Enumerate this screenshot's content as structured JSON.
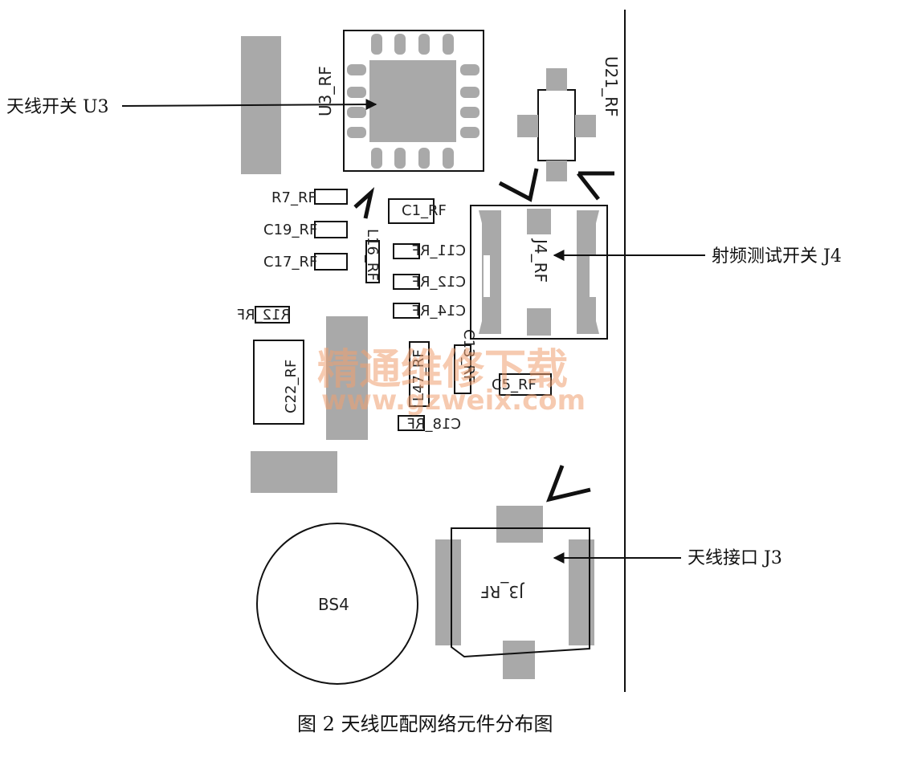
{
  "colors": {
    "pad": "#a9a9a9",
    "outline": "#111111",
    "watermark": "#f0a070"
  },
  "components": {
    "U3_RF": "U3_RF",
    "U21_RF": "U21_RF",
    "R7_RF": "R7_RF",
    "C19_RF": "C19_RF",
    "C17_RF": "C17_RF",
    "C1_RF": "C1_RF",
    "L16_RF": "L16_RF",
    "C11_RF": "C11_RF",
    "C12_RF": "C12_RF",
    "C14_RF": "C14_RF",
    "R12_RF": "R12_RF",
    "C22_RF": "C22_RF",
    "L47_RF": "L47_RF",
    "C13_RF": "C13_RF",
    "C5_RF": "C5_RF",
    "C18_RF": "C18_RF",
    "J4_RF": "J4_RF",
    "J3_RF": "J3_RF",
    "BS4": "BS4"
  },
  "annotations": {
    "antenna_switch": "天线开关 U3",
    "rf_test_switch": "射频测试开关 J4",
    "antenna_port": "天线接口 J3"
  },
  "caption": "图 2  天线匹配网络元件分布图",
  "watermark": {
    "cn": "精通维修下载",
    "url": "www.gzweix.com"
  }
}
